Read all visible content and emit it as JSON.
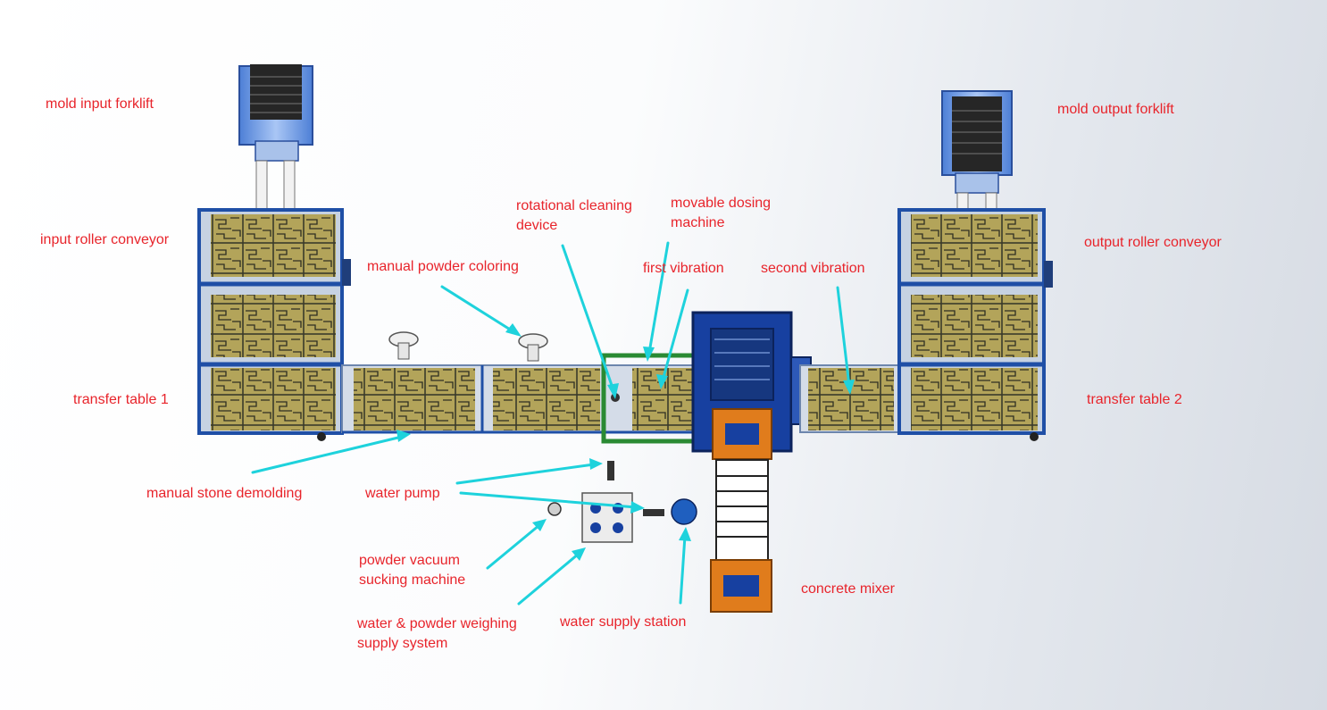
{
  "colors": {
    "label": "#e8242b",
    "arrow": "#1ed2dc",
    "frame_blue": "#1f4fa6",
    "conveyor_steel": "#9fb4cf",
    "stone_mold": "#a99a4e",
    "machine_blue": "#1740a0",
    "mixer_orange": "#e07c1c",
    "station_green": "#2a8a33",
    "forklift_blue": "#6f9be6"
  },
  "labels": {
    "mold_input_forklift": "mold input forklift",
    "mold_output_forklift": "mold output forklift",
    "input_roller_conveyor": "input roller conveyor",
    "output_roller_conveyor": "output roller conveyor",
    "rotational_cleaning_device_1": "rotational cleaning",
    "rotational_cleaning_device_2": "device",
    "movable_dosing_machine_1": "movable dosing",
    "movable_dosing_machine_2": "machine",
    "manual_powder_coloring": "manual powder coloring",
    "first_vibration": "first vibration",
    "second_vibration": "second vibration",
    "transfer_table_1": "transfer table 1",
    "transfer_table_2": "transfer table 2",
    "manual_stone_demolding": "manual stone demolding",
    "water_pump": "water pump",
    "powder_vacuum_1": "powder vacuum",
    "powder_vacuum_2": "sucking machine",
    "weighing_1": "water & powder weighing",
    "weighing_2": "supply system",
    "water_supply_station": "water supply station",
    "concrete_mixer": "concrete mixer"
  }
}
